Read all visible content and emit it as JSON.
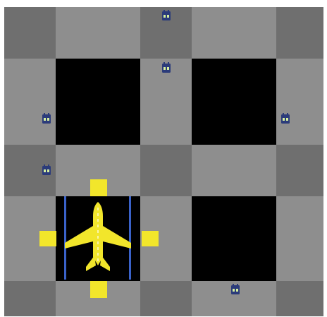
{
  "board": {
    "rows": 5,
    "cols": 5,
    "tiles": [
      [
        "dark",
        "light",
        "dark",
        "light",
        "dark"
      ],
      [
        "light",
        "black",
        "light",
        "black",
        "light"
      ],
      [
        "dark",
        "light",
        "dark",
        "light",
        "dark"
      ],
      [
        "light",
        "black-selected",
        "light",
        "black",
        "light"
      ],
      [
        "dark",
        "light",
        "dark",
        "light",
        "dark"
      ]
    ]
  },
  "colors": {
    "dark_tile": "#6f6f6f",
    "light_tile": "#8e8e8e",
    "black_tile": "#000000",
    "highlight_yellow": "#f2e62b",
    "rail_blue": "#3a62c9",
    "token_body": "#2b3b7a",
    "token_eyes": "#d7f0a0"
  },
  "player": {
    "icon": "airplane-icon",
    "tile": [
      3,
      1
    ],
    "direction_pads": [
      "north",
      "south",
      "west",
      "east"
    ]
  },
  "tokens": [
    {
      "icon": "robot-icon",
      "tile": [
        0,
        2
      ]
    },
    {
      "icon": "robot-icon",
      "tile": [
        1,
        2
      ]
    },
    {
      "icon": "robot-icon",
      "tile": [
        1,
        0
      ]
    },
    {
      "icon": "robot-icon",
      "tile": [
        1,
        4
      ]
    },
    {
      "icon": "robot-icon",
      "tile": [
        2,
        0
      ]
    },
    {
      "icon": "robot-icon",
      "tile": [
        4,
        3
      ]
    }
  ]
}
